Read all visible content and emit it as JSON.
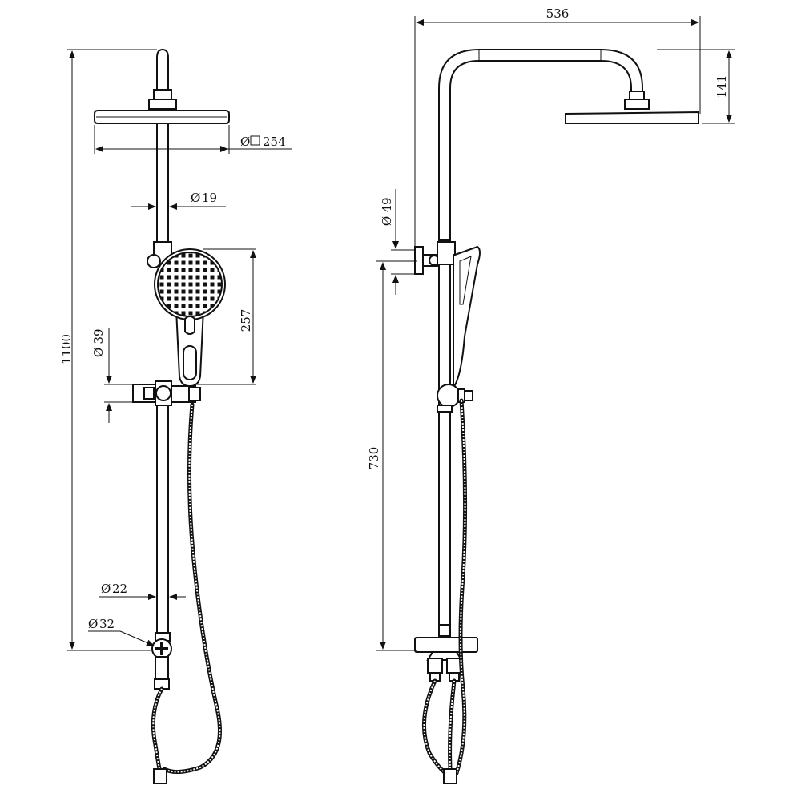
{
  "dimensions": {
    "total_height": "1100",
    "head_diameter": "254",
    "rail_diameter": "19",
    "handset_length": "257",
    "holder_diameter": "39",
    "lower_rail_diameter": "22",
    "connector_diameter": "32",
    "arm_reach": "536",
    "head_drop": "141",
    "side_rail_diameter": "49",
    "valve_height": "730"
  },
  "symbols": {
    "diameter": "Ø"
  }
}
